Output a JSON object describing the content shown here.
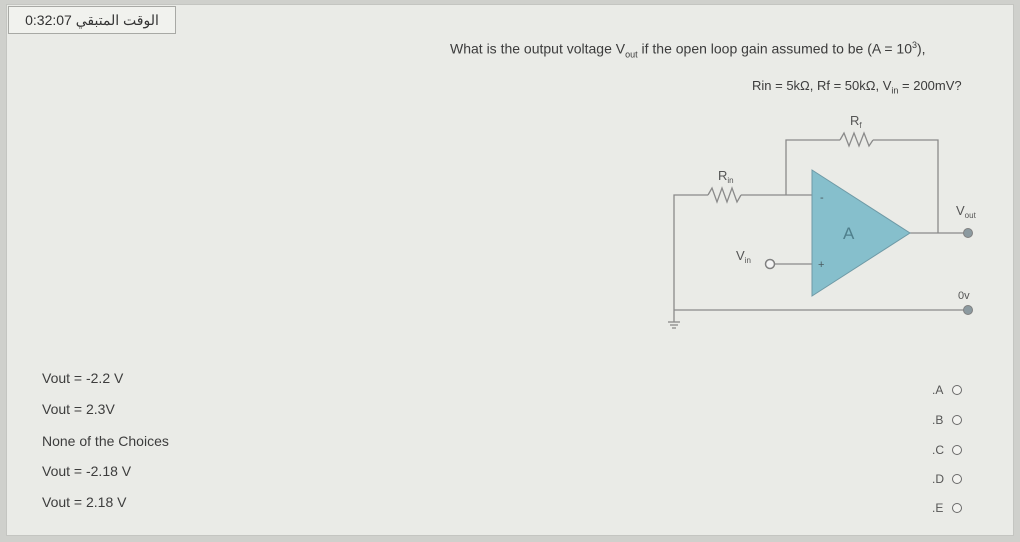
{
  "timer": {
    "label": "الوقت المتبقي",
    "value": "0:32:07"
  },
  "question": {
    "line1_prefix": "What is the output voltage V",
    "line1_sub": "out",
    "line1_suffix": " if the open loop gain assumed to be (A = 10",
    "line1_sup": "3",
    "line1_end": "),",
    "line2_a": "Rin = 5kΩ,  Rf = 50kΩ, V",
    "line2_sub": "in",
    "line2_b": " = 200mV?"
  },
  "circuit": {
    "rf_label": "R",
    "rf_sub": "f",
    "rin_label": "R",
    "rin_sub": "in",
    "vin_label": "V",
    "vin_sub": "in",
    "vout_label": "V",
    "vout_sub": "out",
    "amp_label": "A",
    "minus": "-",
    "plus": "+",
    "ground_label": "0v",
    "amp_color": "#86bfcc"
  },
  "choices": [
    {
      "text": "Vout = -2.2 V",
      "key": ".A"
    },
    {
      "text": "Vout = 2.3V",
      "key": ".B"
    },
    {
      "text": "None of the Choices",
      "key": ".C"
    },
    {
      "text": "Vout = -2.18 V",
      "key": ".D"
    },
    {
      "text": "Vout = 2.18 V",
      "key": ".E"
    }
  ]
}
